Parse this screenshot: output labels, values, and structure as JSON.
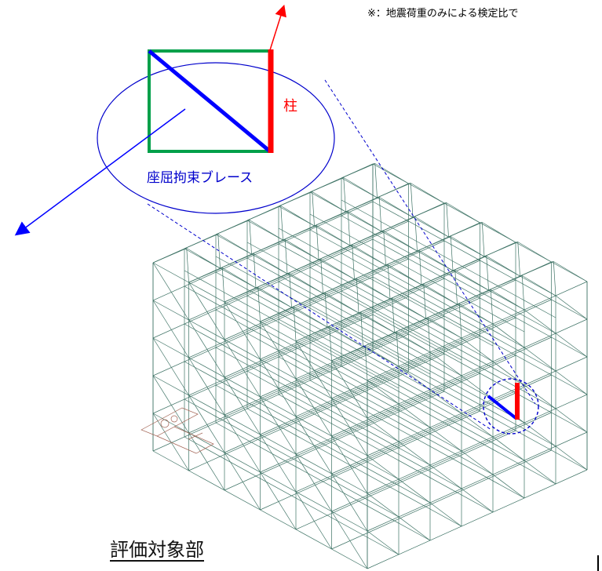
{
  "note": "※：地震荷重のみによる検定比で",
  "labels": {
    "column": "柱",
    "brace": "座屈拘束ブレース",
    "evaluation_target": "評価対象部"
  },
  "colors": {
    "frame": "#1c5a4a",
    "column": "#ff0000",
    "brace": "#0000ff",
    "panel": "#00a04a",
    "callout": "#0000cc"
  }
}
